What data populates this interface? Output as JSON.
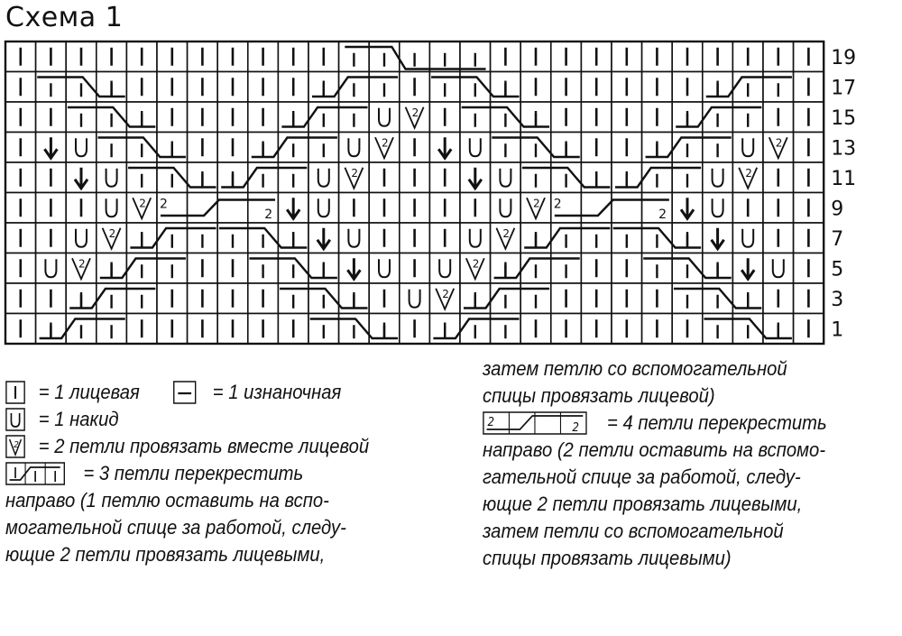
{
  "title": "Схема 1",
  "chart_data": {
    "type": "knitting-chart",
    "columns": 27,
    "rows_shown": [
      19,
      17,
      15,
      13,
      11,
      9,
      7,
      5,
      3,
      1
    ],
    "cell_codes": {
      "K": "лицевая",
      "Y": "накид",
      "D": "2 петли вместе лицевой",
      "A": "стрелка вниз"
    },
    "rows": [
      {
        "num": "19",
        "cells": "KKKKKKKKKKKKKKKKKKKKKKKKKKK",
        "cables": [
          {
            "type": "L4top",
            "start": 12
          }
        ]
      },
      {
        "num": "17",
        "cells": "KKKKKKKKKKKKKKKKKKKKKKKKKKK",
        "cables": [
          {
            "type": "L3",
            "start": 2
          },
          {
            "type": "R3",
            "start": 11
          },
          {
            "type": "L3",
            "start": 15
          },
          {
            "type": "R3",
            "start": 24
          }
        ]
      },
      {
        "num": "15",
        "cells": "KKKKKKKKKKKKYDKKKKKKKKKKKKK",
        "cables": [
          {
            "type": "L3",
            "start": 3
          },
          {
            "type": "R3",
            "start": 10
          },
          {
            "type": "L3",
            "start": 16
          },
          {
            "type": "R3",
            "start": 23
          }
        ]
      },
      {
        "num": "13",
        "cells": "KAYKKKKKKKKYDKAYKKKKKKKKYDK",
        "cables": [
          {
            "type": "L3",
            "start": 4
          },
          {
            "type": "R3",
            "start": 9
          },
          {
            "type": "L3",
            "start": 17
          },
          {
            "type": "R3",
            "start": 22
          }
        ]
      },
      {
        "num": "11",
        "cells": "KKAYKKKKKKYDKKKAYKKKKKKYDKK",
        "cables": [
          {
            "type": "L3",
            "start": 5
          },
          {
            "type": "R3",
            "start": 8
          },
          {
            "type": "L3",
            "start": 18
          },
          {
            "type": "R3",
            "start": 21
          }
        ]
      },
      {
        "num": "9",
        "cells": "KKKYD____AYKKKKKYD____AYKKK",
        "cables": [
          {
            "type": "R4",
            "start": 6
          },
          {
            "type": "R4",
            "start": 19
          }
        ]
      },
      {
        "num": "7",
        "cells": "KKYDKKKKKKAYKKKYDKKKKKKAYKK",
        "cables": [
          {
            "type": "R3",
            "start": 5
          },
          {
            "type": "L3",
            "start": 8
          },
          {
            "type": "R3",
            "start": 18
          },
          {
            "type": "L3",
            "start": 21
          }
        ]
      },
      {
        "num": "5",
        "cells": "KYDKKKKKKKKAYKYDKKKKKKKKAYK",
        "cables": [
          {
            "type": "R3",
            "start": 4
          },
          {
            "type": "L3",
            "start": 9
          },
          {
            "type": "R3",
            "start": 17
          },
          {
            "type": "L3",
            "start": 22
          }
        ]
      },
      {
        "num": "3",
        "cells": "KKKKKKKKKKKKKYDKKKKKKKKKKKK",
        "cables": [
          {
            "type": "R3",
            "start": 3
          },
          {
            "type": "L3",
            "start": 10
          },
          {
            "type": "R3",
            "start": 16
          },
          {
            "type": "L3",
            "start": 23
          }
        ]
      },
      {
        "num": "1",
        "cells": "KKKKKKKKKKKKKKKKKKKKKKKKKKK",
        "cables": [
          {
            "type": "R3",
            "start": 2
          },
          {
            "type": "L3",
            "start": 11
          },
          {
            "type": "R3",
            "start": 15
          },
          {
            "type": "L3",
            "start": 24
          }
        ]
      }
    ]
  },
  "legend": {
    "knit": "= 1 лицевая",
    "purl": "= 1 изнаночная",
    "yo": "= 1 накид",
    "k2tog": "= 2 петли провязать вместе лицевой",
    "cable3_first": "= 3 петли перекрестить",
    "cable3_lines": [
      "направо (1 петлю оставить на вспо-",
      "могательной спице за работой, следу-",
      "ющие 2 петли провязать лицевыми,"
    ],
    "cable3_cont": [
      "затем петлю со вспомогательной",
      "спицы провязать лицевой)"
    ],
    "cable4_first": "= 4 петли перекрестить",
    "cable4_lines": [
      "направо (2 петли оставить на вспомо-",
      "гательной спице за работой, следу-",
      "ющие 2 петли провязать лицевыми,",
      "затем петли со вспомогательной",
      "спицы провязать лицевыми)"
    ],
    "two_label": "2"
  }
}
